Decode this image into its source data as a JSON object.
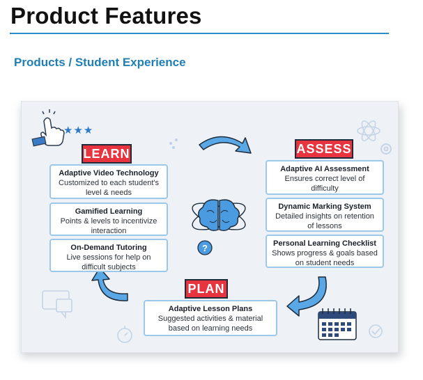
{
  "header": {
    "title": "Product Features",
    "breadcrumb": "Products / Student Experience"
  },
  "diagram": {
    "learn": {
      "badge": "LEARN",
      "cards": [
        {
          "title": "Adaptive Video Technology",
          "body": [
            "Customized to each student's",
            "level & needs"
          ]
        },
        {
          "title": "Gamified Learning",
          "body": [
            "Points & levels to incentivize",
            "interaction"
          ]
        },
        {
          "title": "On-Demand Tutoring",
          "body": [
            "Live sessions for help on",
            "difficult subjects"
          ]
        }
      ]
    },
    "assess": {
      "badge": "ASSESS",
      "cards": [
        {
          "title": "Adaptive AI Assessment",
          "body": [
            "Ensures correct level of",
            "difficulty"
          ]
        },
        {
          "title": "Dynamic Marking System",
          "body": [
            "Detailed insights on retention",
            "of lessons"
          ]
        },
        {
          "title": "Personal Learning Checklist",
          "body": [
            "Shows progress & goals based",
            "on student needs"
          ]
        }
      ]
    },
    "plan": {
      "badge": "PLAN",
      "cards": [
        {
          "title": "Adaptive Lesson Plans",
          "body": [
            "Suggested activities & material",
            "based on learning needs"
          ]
        }
      ]
    },
    "stars": "★★★",
    "colors": {
      "badge": "#e7343f",
      "card_border": "#9cc9e9",
      "arrow": "#3a8fd6",
      "brain": "#3b8fd9",
      "accent": "#1f7fb3"
    },
    "icons": [
      "pointer-hand-icon",
      "star-icon",
      "brain-icon",
      "question-bubble-icon",
      "atom-icon",
      "gear-icon",
      "calendar-icon",
      "chat-thumbs-up-icon",
      "stopwatch-icon",
      "checkmark-icon",
      "cycle-arrow-icon"
    ]
  }
}
